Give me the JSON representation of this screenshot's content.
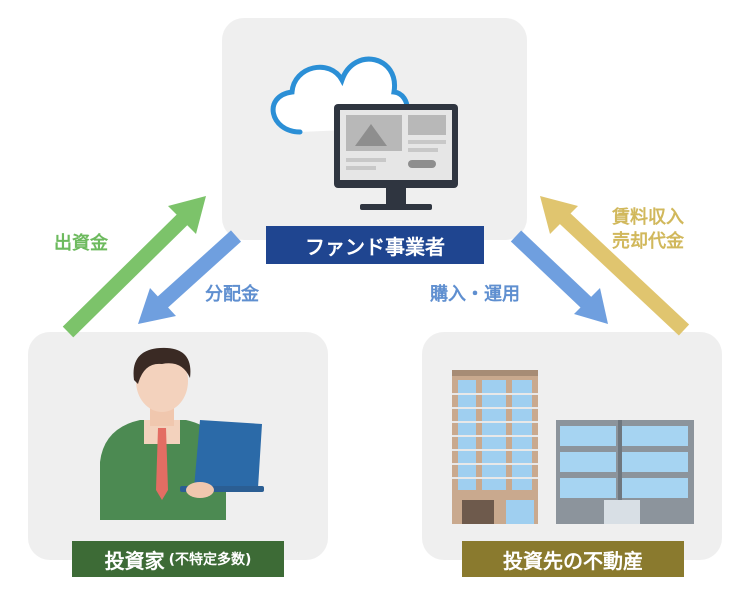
{
  "nodes": {
    "fund": "ファンド事業者",
    "investor": "投資家",
    "investor_note": "(不特定多数)",
    "property": "投資先の不動産"
  },
  "flows": {
    "investment": "出資金",
    "distribution": "分配金",
    "purchase": "購入・運用",
    "rent_line1": "賃料収入",
    "rent_line2": "売却代金"
  },
  "colors": {
    "fund": "#1f4590",
    "investor": "#3d6b36",
    "property": "#8a7a2e",
    "arrow_green": "#7cc36a",
    "arrow_blue": "#6f9fdf",
    "arrow_gold": "#e0c56f"
  }
}
